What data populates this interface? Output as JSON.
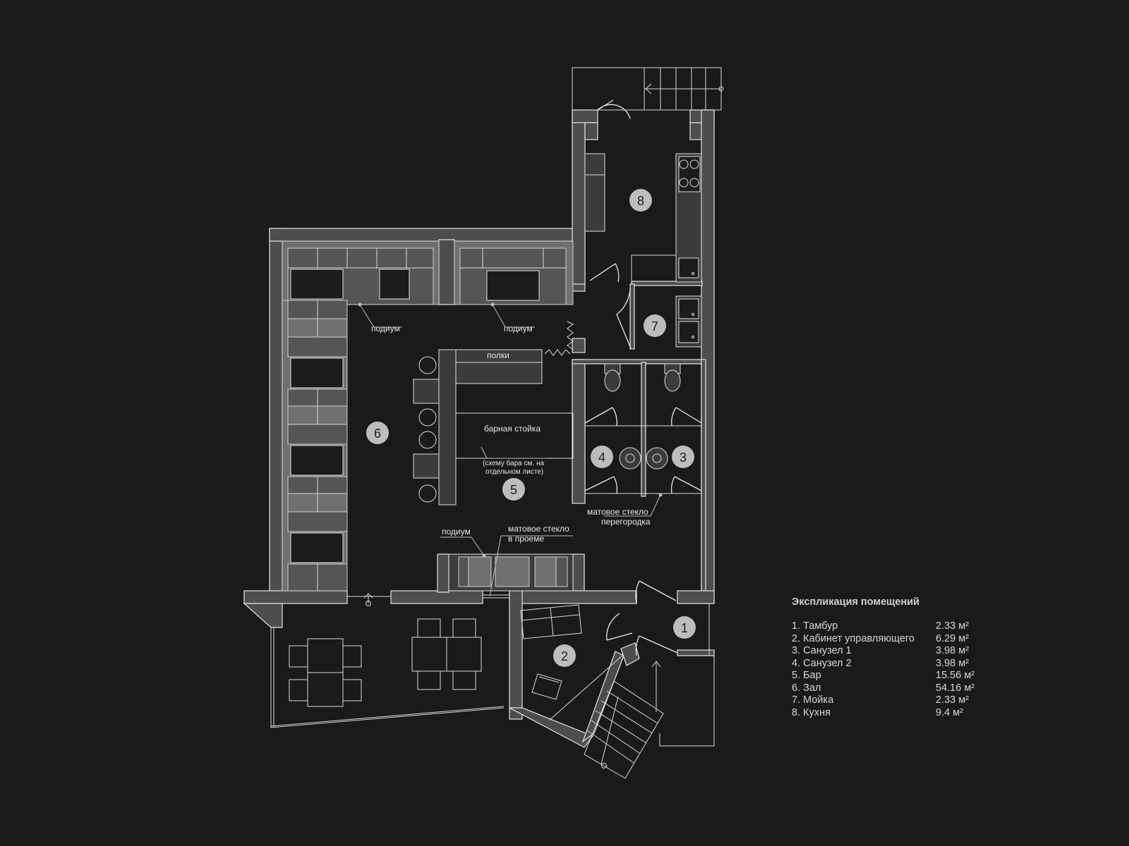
{
  "plan": {
    "badges": [
      "1",
      "2",
      "3",
      "4",
      "5",
      "6",
      "7",
      "8"
    ],
    "labels": {
      "podium_left": "подиум",
      "podium_right": "подиум",
      "podium_bottom": "подиум",
      "shelves": "полки",
      "bar_counter": "барная стойка",
      "bar_note_1": "(схему бара см. на",
      "bar_note_2": "отдельном листе)",
      "frosted_opening_1": "матовое стекло",
      "frosted_opening_2": "в проеме",
      "frosted_partition_1": "матовое стекло",
      "frosted_partition_2": "перегородка"
    }
  },
  "legend": {
    "title": "Экспликация помещений",
    "rooms": [
      {
        "name": "1. Тамбур",
        "area": "2.33 м²"
      },
      {
        "name": "2. Кабинет управляющего",
        "area": "6.29 м²"
      },
      {
        "name": "3. Санузел 1",
        "area": "3.98 м²"
      },
      {
        "name": "4. Санузел 2",
        "area": "3.98 м²"
      },
      {
        "name": "5. Бар",
        "area": "15.56 м²"
      },
      {
        "name": "6. Зал",
        "area": "54.16 м²"
      },
      {
        "name": "7. Мойка",
        "area": "2.33 м²"
      },
      {
        "name": "8. Кухня",
        "area": "9.4 м²"
      }
    ]
  }
}
